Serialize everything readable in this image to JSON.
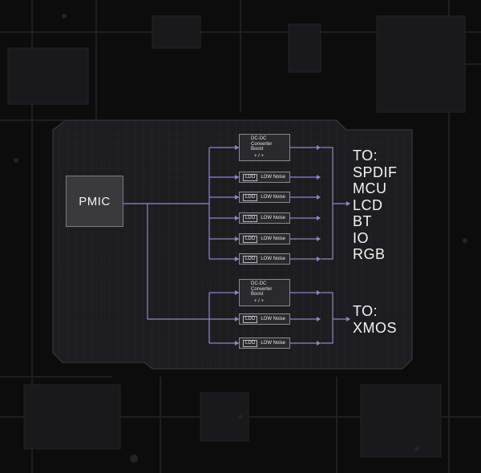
{
  "pmic_label": "PMIC",
  "group1": {
    "dcdc": {
      "line1": "DC-DC",
      "line2": "Converter",
      "line3": "Boost",
      "sign": "+ / +"
    },
    "ldos": [
      {
        "tag": "LDO",
        "label": "LOW Noise"
      },
      {
        "tag": "LDO",
        "label": "LOW Noise"
      },
      {
        "tag": "LDO",
        "label": "LOW Noise"
      },
      {
        "tag": "LDO",
        "label": "LOW Noise"
      },
      {
        "tag": "LDO",
        "label": "LOW Noise"
      }
    ],
    "destination": {
      "heading": "TO:",
      "items": [
        "SPDIF",
        "MCU",
        "LCD",
        "BT",
        "IO",
        "RGB"
      ]
    }
  },
  "group2": {
    "dcdc": {
      "line1": "DC-DC",
      "line2": "Converter",
      "line3": "Boost",
      "sign": "+ / +"
    },
    "ldos": [
      {
        "tag": "LDO",
        "label": "LOW Noise"
      },
      {
        "tag": "LDO",
        "label": "LOW Noise"
      }
    ],
    "destination": {
      "heading": "TO:",
      "items": [
        "XMOS"
      ]
    }
  },
  "colors": {
    "line": "#8f86c8",
    "panel_fill": "#1d1d20",
    "grid": "#2b2b31"
  }
}
